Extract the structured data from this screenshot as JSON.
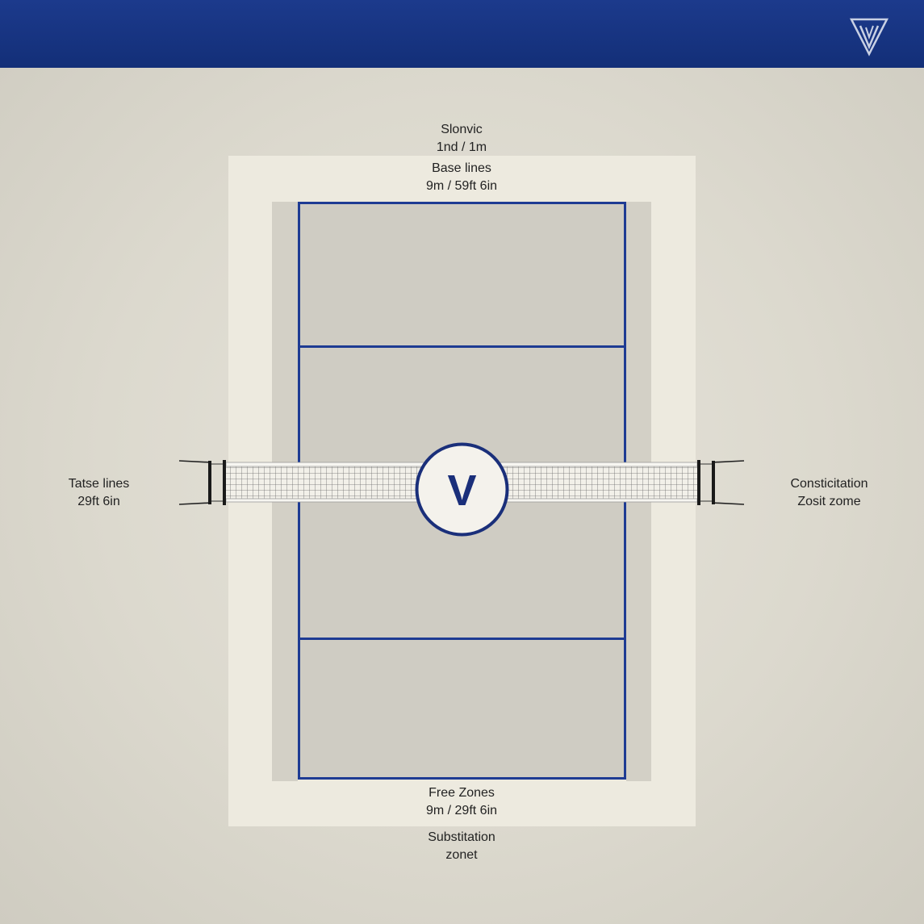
{
  "header": {
    "logo_icon": "v-shield-logo-icon",
    "color": "#1c3a8c"
  },
  "court": {
    "line_color": "#1e3b93",
    "center_logo": {
      "icon": "v-circle-logo-icon",
      "letter": "V"
    }
  },
  "labels": {
    "top": {
      "line1": "Slonvic",
      "line2": "1nd / 1m",
      "line3": "Base lines",
      "line4": "9m / 59ft 6in"
    },
    "left": {
      "line1": "Tatse lines",
      "line2": "29ft 6in"
    },
    "right": {
      "line1": "Consticitation",
      "line2": "Zosit zome"
    },
    "bottom": {
      "line1": "Free Zones",
      "line2": "9m / 29ft 6in",
      "line3": "Substitation",
      "line4": "zonet"
    }
  }
}
